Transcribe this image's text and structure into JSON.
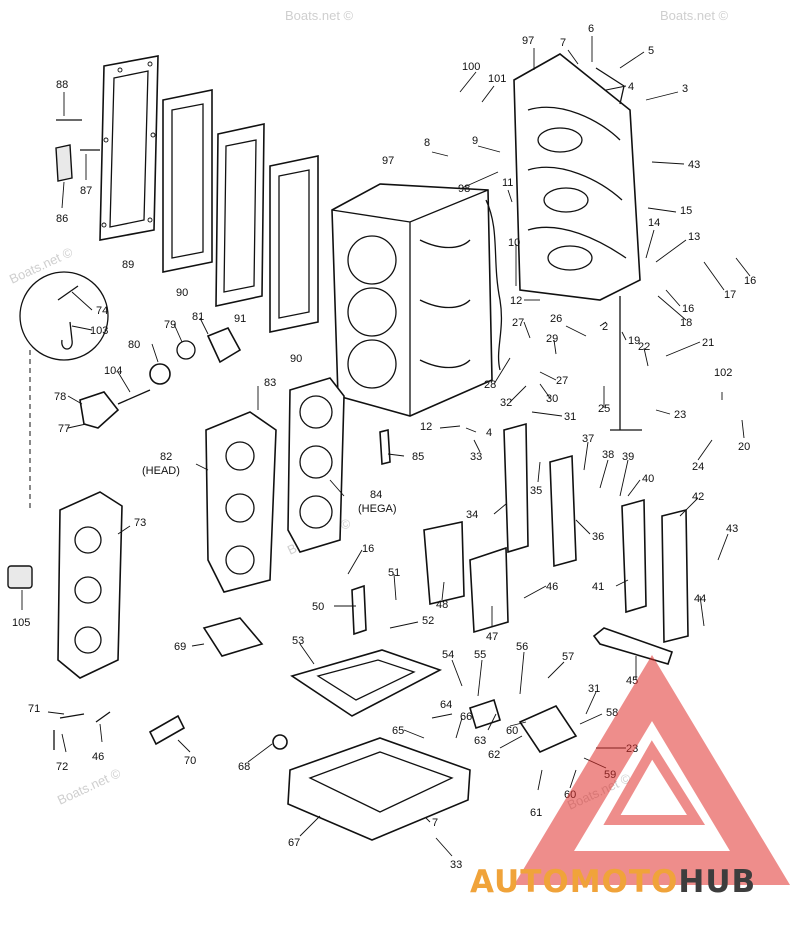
{
  "watermarks": [
    "Boats.net ©",
    "Boats.net ©",
    "Boats.net ©",
    "Boats.net ©",
    "Boats.net ©",
    "Boats.net ©"
  ],
  "callouts": [
    "100",
    "101",
    "97",
    "7",
    "6",
    "5",
    "4",
    "3",
    "88",
    "87",
    "86",
    "89",
    "90",
    "91",
    "90",
    "8",
    "9",
    "97",
    "98",
    "11",
    "43",
    "15",
    "14",
    "13",
    "16",
    "17",
    "10",
    "12",
    "16",
    "18",
    "74",
    "103",
    "79",
    "81",
    "80",
    "104",
    "78",
    "77",
    "27",
    "26",
    "2",
    "19",
    "29",
    "22",
    "21",
    "28",
    "27",
    "32",
    "30",
    "31",
    "25",
    "23",
    "102",
    "20",
    "24",
    "83",
    "82",
    "84",
    "85",
    "12",
    "4",
    "33",
    "35",
    "37",
    "38",
    "39",
    "40",
    "34",
    "36",
    "42",
    "41",
    "43",
    "44",
    "45",
    "73",
    "105",
    "16",
    "51",
    "50",
    "52",
    "48",
    "47",
    "46",
    "53",
    "69",
    "54",
    "55",
    "56",
    "57",
    "64",
    "66",
    "65",
    "63",
    "60",
    "62",
    "31",
    "58",
    "23",
    "59",
    "60",
    "61",
    "71",
    "46",
    "72",
    "70",
    "68",
    "67",
    "7",
    "33"
  ],
  "labels": {
    "head": "(HEAD)",
    "hega": "(HEGA)"
  },
  "brand": {
    "part1": "AUTOMOTO",
    "part2": "HUB",
    "color1": "#f0a33a",
    "color2": "#3d3d3d",
    "logo_color": "#e0302c"
  }
}
